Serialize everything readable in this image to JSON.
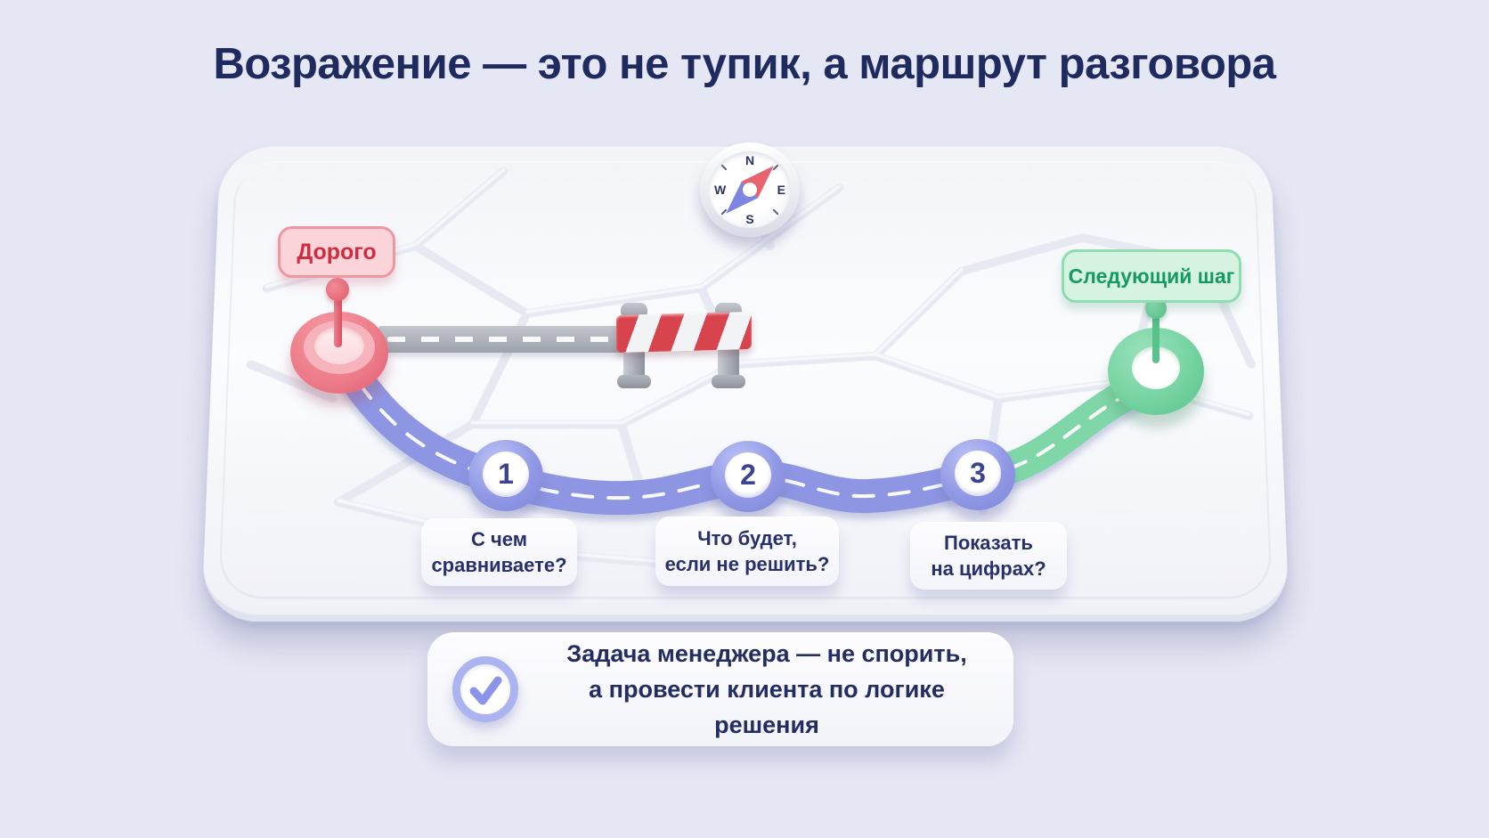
{
  "title": "Возражение — это не тупик, а маршрут разговора",
  "map": {
    "compass": {
      "north": "N",
      "east": "E",
      "south": "S",
      "west": "W"
    },
    "start_pin": {
      "label": "Дорого"
    },
    "end_pin": {
      "label": "Следующий шаг"
    },
    "stops": [
      {
        "number": "1",
        "question_line1": "С чем",
        "question_line2": "сравниваете?"
      },
      {
        "number": "2",
        "question_line1": "Что будет,",
        "question_line2": "если не решить?"
      },
      {
        "number": "3",
        "question_line1": "Показать",
        "question_line2": "на цифрах?"
      }
    ]
  },
  "footer": {
    "line1": "Задача менеджера — не спорить,",
    "line2": "а провести клиента по логике решения"
  },
  "colors": {
    "background": "#e5e7f4",
    "title_text": "#1f2a5e",
    "objection_text_red": "#cf2c3f",
    "objection_fill": "#fbd4d9",
    "next_step_text_green": "#15995e",
    "next_step_fill": "#d6f3e2",
    "route_purple": "#8e96e4",
    "route_green": "#7fd7a8",
    "card_text_navy": "#27306a",
    "barrier_red": "#d8444e"
  }
}
